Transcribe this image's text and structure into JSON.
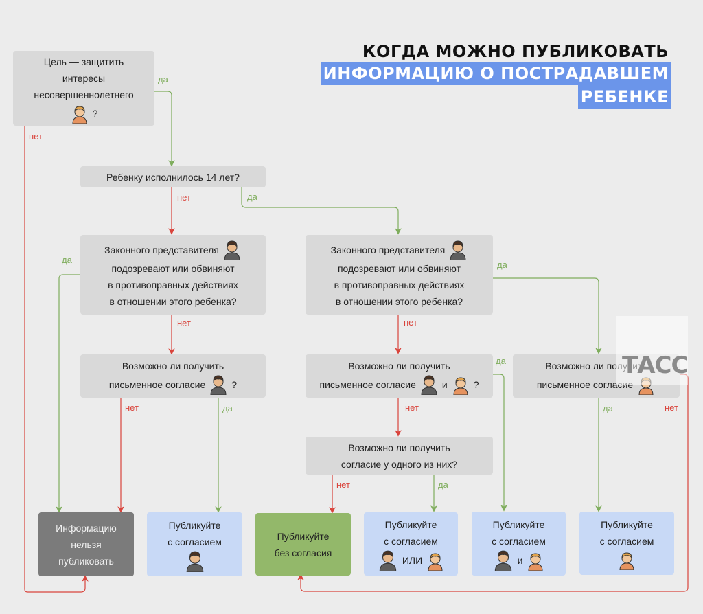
{
  "title": {
    "line1": "КОГДА МОЖНО ПУБЛИКОВАТЬ",
    "line2": "ИНФОРМАЦИЮ О ПОСТРАДАВШЕМ",
    "line3": "РЕБЕНКЕ"
  },
  "watermark": "ТАСС",
  "colors": {
    "yes": "#7fad5d",
    "no": "#d9443c",
    "highlight": "#6b95ea",
    "box": "#d9d9d9",
    "result_blue": "#c8d9f6",
    "result_green": "#93b86a",
    "result_gray": "#7b7b7b"
  },
  "boxes": {
    "q_goal": {
      "line1": "Цель — защитить",
      "line2": "интересы",
      "line3": "несовершеннолетнего",
      "icon": "child-icon",
      "suffix": "?"
    },
    "q_age": {
      "text": "Ребенку исполнилось 14 лет?"
    },
    "q_rep_left": {
      "line1": "Законного представителя",
      "line2": "подозревают или обвиняют",
      "line3": "в противоправных действиях",
      "line4": "в отношении этого ребенка?",
      "icon": "parent-icon"
    },
    "q_rep_right": {
      "line1": "Законного представителя",
      "line2": "подозревают или обвиняют",
      "line3": "в противоправных действиях",
      "line4": "в отношении этого ребенка?",
      "icon": "parent-icon"
    },
    "q_consent_parent": {
      "line1": "Возможно ли получить",
      "line2": "письменное согласие",
      "icon": "parent-icon",
      "suffix": "?"
    },
    "q_consent_both": {
      "line1": "Возможно ли получить",
      "line2": "письменное согласие",
      "icon": "parent-icon",
      "conj": "и",
      "icon2": "child-icon",
      "suffix": "?"
    },
    "q_consent_child": {
      "line1": "Возможно ли получить",
      "line2": "письменное согласие",
      "icon": "child-icon"
    },
    "q_consent_one": {
      "line1": "Возможно ли получить",
      "line2": "согласие у одного из них?"
    },
    "r_forbidden": {
      "line1": "Информацию",
      "line2": "нельзя",
      "line3": "публиковать"
    },
    "r_consent_parent": {
      "line1": "Публикуйте",
      "line2": "с согласием",
      "icon": "parent-icon"
    },
    "r_no_consent": {
      "line1": "Публикуйте",
      "line2": "без согласия"
    },
    "r_consent_or": {
      "line1": "Публикуйте",
      "line2": "с согласием",
      "icon": "parent-icon",
      "conj": "ИЛИ",
      "icon2": "child-icon"
    },
    "r_consent_and": {
      "line1": "Публикуйте",
      "line2": "с согласием",
      "icon": "parent-icon",
      "conj": "и",
      "icon2": "child-icon"
    },
    "r_consent_child": {
      "line1": "Публикуйте",
      "line2": "с согласием",
      "icon": "child-icon"
    }
  },
  "labels": {
    "yes": "да",
    "no": "нет"
  }
}
